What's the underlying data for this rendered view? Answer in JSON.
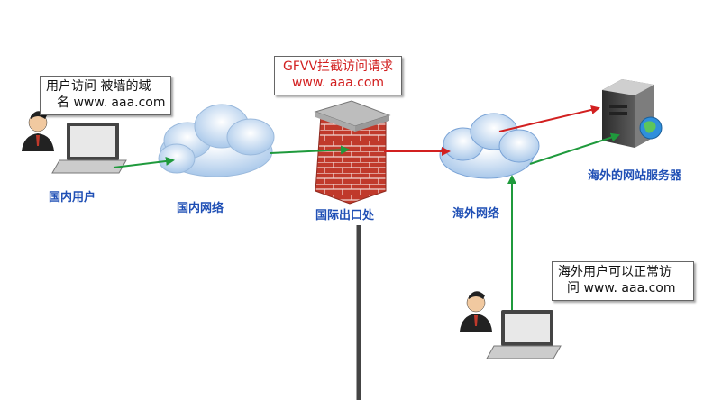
{
  "callouts": {
    "domestic_user": {
      "line1": "用户访问  被墙的域",
      "line2": "名  www. aaa.com"
    },
    "gfw": {
      "line1": "GFVV拦截访问请求",
      "line2": "www. aaa.com"
    },
    "overseas_user": {
      "line1": "海外用户可以正常访",
      "line2": "问  www. aaa.com"
    }
  },
  "labels": {
    "domestic_user": "国内用户",
    "domestic_network": "国内网络",
    "gateway": "国际出口处",
    "overseas_network": "海外网络",
    "server": "海外的网站服务器"
  },
  "colors": {
    "label_blue": "#1f4fb5",
    "blocked_red": "#d22020",
    "allowed_green": "#1f9a3c",
    "cloud_blue": "#bcd6f0",
    "brick_red": "#c0392b"
  },
  "icons": [
    "user-icon",
    "laptop-icon",
    "cloud-icon",
    "firewall-icon",
    "server-icon",
    "globe-icon"
  ]
}
